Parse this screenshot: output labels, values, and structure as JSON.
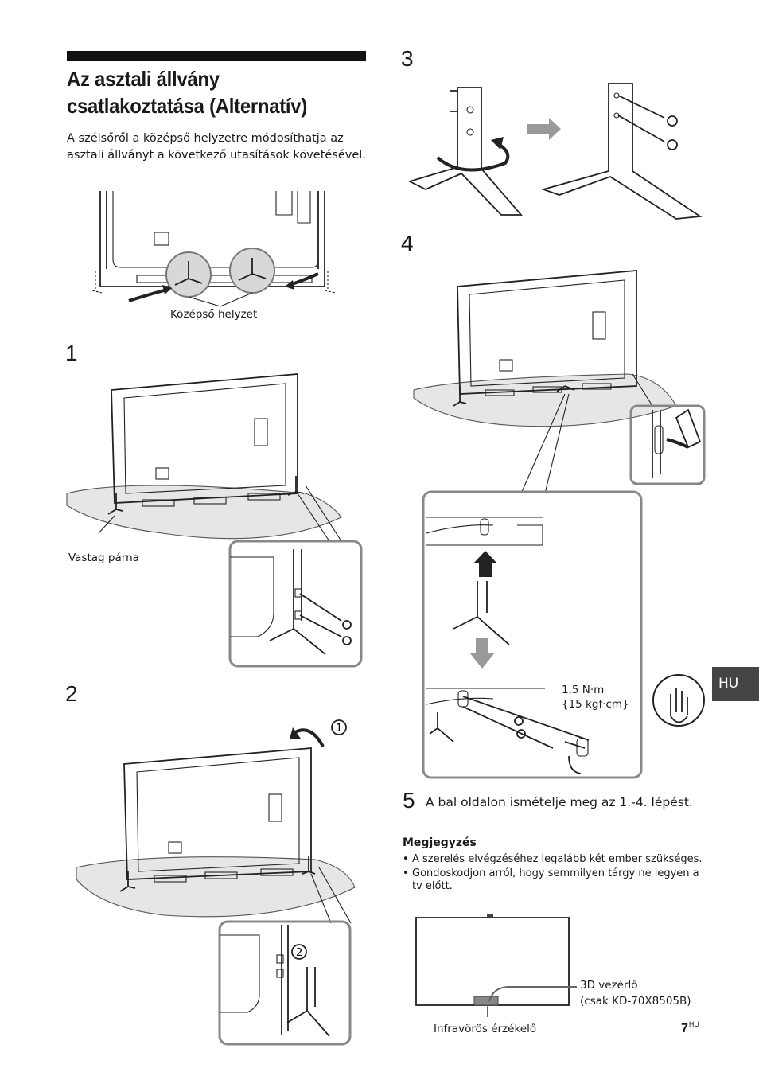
{
  "page": {
    "title_line1": "Az asztali állvány",
    "title_line2": "csatlakoztatása (Alternatív)",
    "intro": "A szélsőről a középső helyzetre módosíthatja az asztali állványt a következő utasítások követésével.",
    "label_center_position": "Középső helyzet",
    "label_thick_cushion": "Vastag párna",
    "callout_1": "1",
    "callout_2": "2",
    "torque_line1": "1,5 N·m",
    "torque_line2": "{15 kgf·cm}",
    "label_3d_line1": "3D vezérlő",
    "label_3d_line2_prefix": "(csak ",
    "label_3d_model": "KD-70X8505B",
    "label_3d_line2_suffix": ")",
    "label_ir": "Infravörös érzékelő",
    "language_tab": "HU",
    "page_number": "7",
    "page_suffix": "HU"
  },
  "steps": [
    {
      "num": "1"
    },
    {
      "num": "2"
    },
    {
      "num": "3"
    },
    {
      "num": "4"
    },
    {
      "num": "5",
      "text": "A bal oldalon ismételje meg az 1.-4. lépést."
    }
  ],
  "notes": {
    "heading": "Megjegyzés",
    "items": [
      "A szerelés elvégzéséhez legalább két ember szükséges.",
      "Gondoskodjon arról, hogy semmilyen tárgy ne legyen a tv előtt."
    ]
  }
}
